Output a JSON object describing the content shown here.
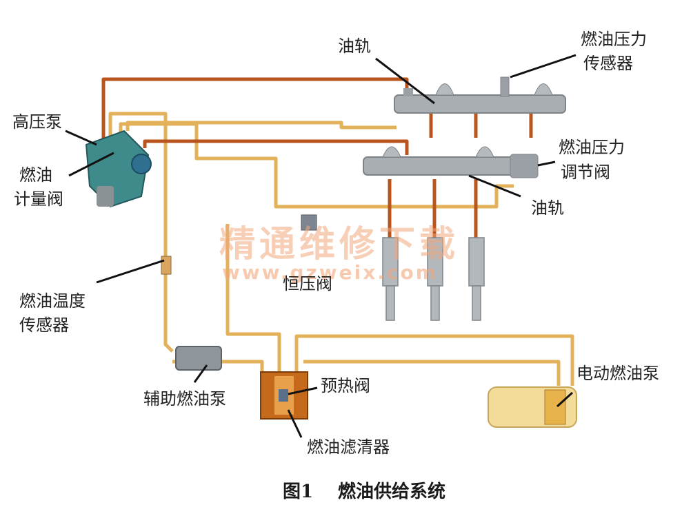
{
  "labels": {
    "rail_top": "油轨",
    "pressure_sensor_l1": "燃油压力",
    "pressure_sensor_l2": "传感器",
    "high_pressure_pump": "高压泵",
    "metering_valve_l1": "燃油",
    "metering_valve_l2": "计量阀",
    "pressure_regulator_l1": "燃油压力",
    "pressure_regulator_l2": "调节阀",
    "rail_bottom": "油轨",
    "constant_pressure_valve": "恒压阀",
    "fuel_temp_sensor_l1": "燃油温度",
    "fuel_temp_sensor_l2": "传感器",
    "aux_fuel_pump": "辅助燃油泵",
    "preheat_valve": "预热阀",
    "electric_fuel_pump": "电动燃油泵",
    "fuel_filter": "燃油滤清器"
  },
  "caption": {
    "figure_no": "图1",
    "title": "燃油供给系统"
  },
  "watermark": {
    "line1": "精通维修下载",
    "line2": "www.gzweix.com"
  },
  "colors": {
    "high_pressure_line": "#b8541e",
    "low_pressure_line": "#e2b15a",
    "rail": "#a9aeb3",
    "pump_body": "#3f8a8a",
    "filter_body": "#c56a1a",
    "tank": "#f3dc9a"
  }
}
